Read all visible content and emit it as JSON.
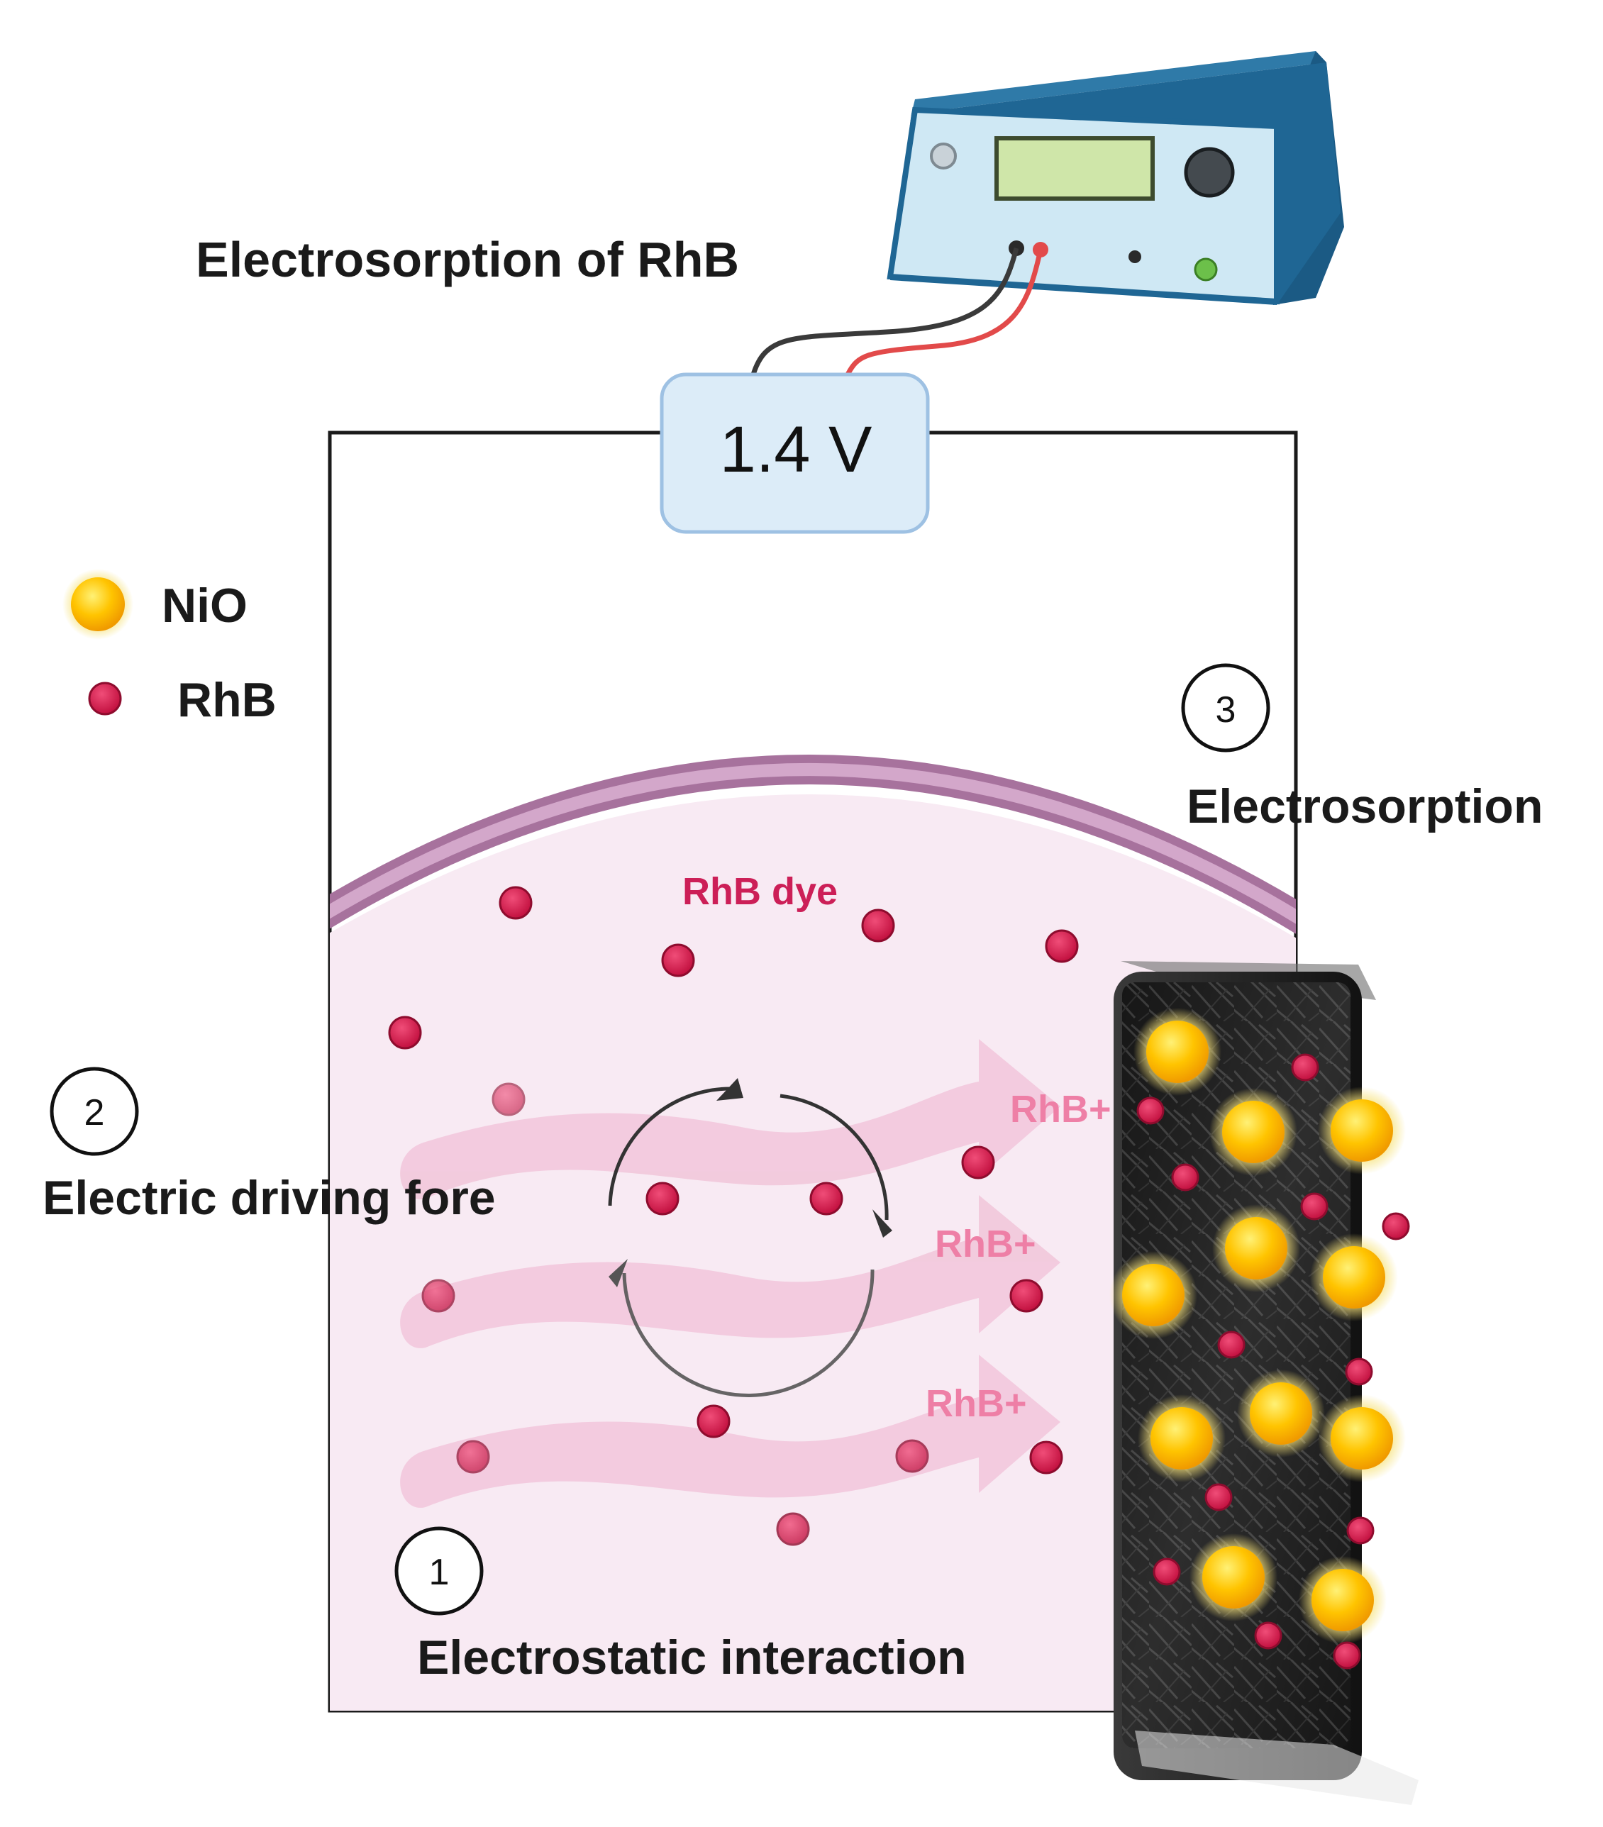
{
  "title": "Electrosorption of RhB",
  "voltage": "1.4 V",
  "legend": {
    "nio": "NiO",
    "rhb": "RhB"
  },
  "steps": [
    {
      "number": "1",
      "label": "Electrostatic interaction"
    },
    {
      "number": "2",
      "label": "Electric driving fore"
    },
    {
      "number": "3",
      "label": "Electrosorption"
    }
  ],
  "dye_label": "RhB dye",
  "ion_labels": [
    "RhB+",
    "RhB+",
    "RhB+"
  ],
  "colors": {
    "rhb_particle": "#d81b4f",
    "nio_particle": "#ffc400",
    "membrane": "#b983ad",
    "solution": "#f8eaf3",
    "flow_arrow": "#f2c6da",
    "ion_text": "#ee7fa6",
    "dye_text": "#cc1f57",
    "device_body": "#1f6694",
    "device_front": "#cfe8f4",
    "display": "#cfe6a9",
    "voltage_box": "#dcecf8",
    "electrode": "#121212"
  },
  "icons": [
    "power-supply-icon",
    "electrode-icon",
    "rotation-arrows-icon"
  ]
}
